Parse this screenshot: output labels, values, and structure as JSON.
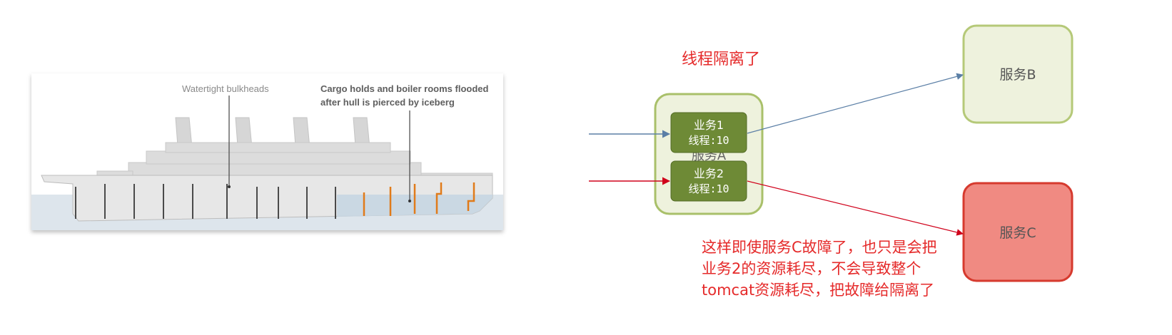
{
  "ship_illustration": {
    "label_bulkheads": "Watertight bulkheads",
    "label_flooded_line1": "Cargo holds and boiler rooms flooded",
    "label_flooded_line2": "after hull is pierced by iceberg"
  },
  "diagram": {
    "title": "线程隔离了",
    "service_a_label": "服务A",
    "biz1_line1": "业务1",
    "biz1_line2": "线程:10",
    "biz2_line1": "业务2",
    "biz2_line2": "线程:10",
    "service_b_label": "服务B",
    "service_c_label": "服务C",
    "note_line1": "这样即使服务C故障了，也只是会把",
    "note_line2": "业务2的资源耗尽，不会导致整个",
    "note_line3": "tomcat资源耗尽，把故障给隔离了"
  },
  "colors": {
    "arrow_blue": "#5b7fa6",
    "arrow_red": "#d0021b",
    "note_red": "#e52a2a",
    "service_a_fill": "#eef2dd",
    "service_a_border": "#a9c06a",
    "biz_fill": "#6e8a36",
    "service_b_fill": "#eef2dd",
    "service_b_border": "#b5c978",
    "service_c_fill": "#f08a82",
    "service_c_border": "#d63a2e"
  }
}
